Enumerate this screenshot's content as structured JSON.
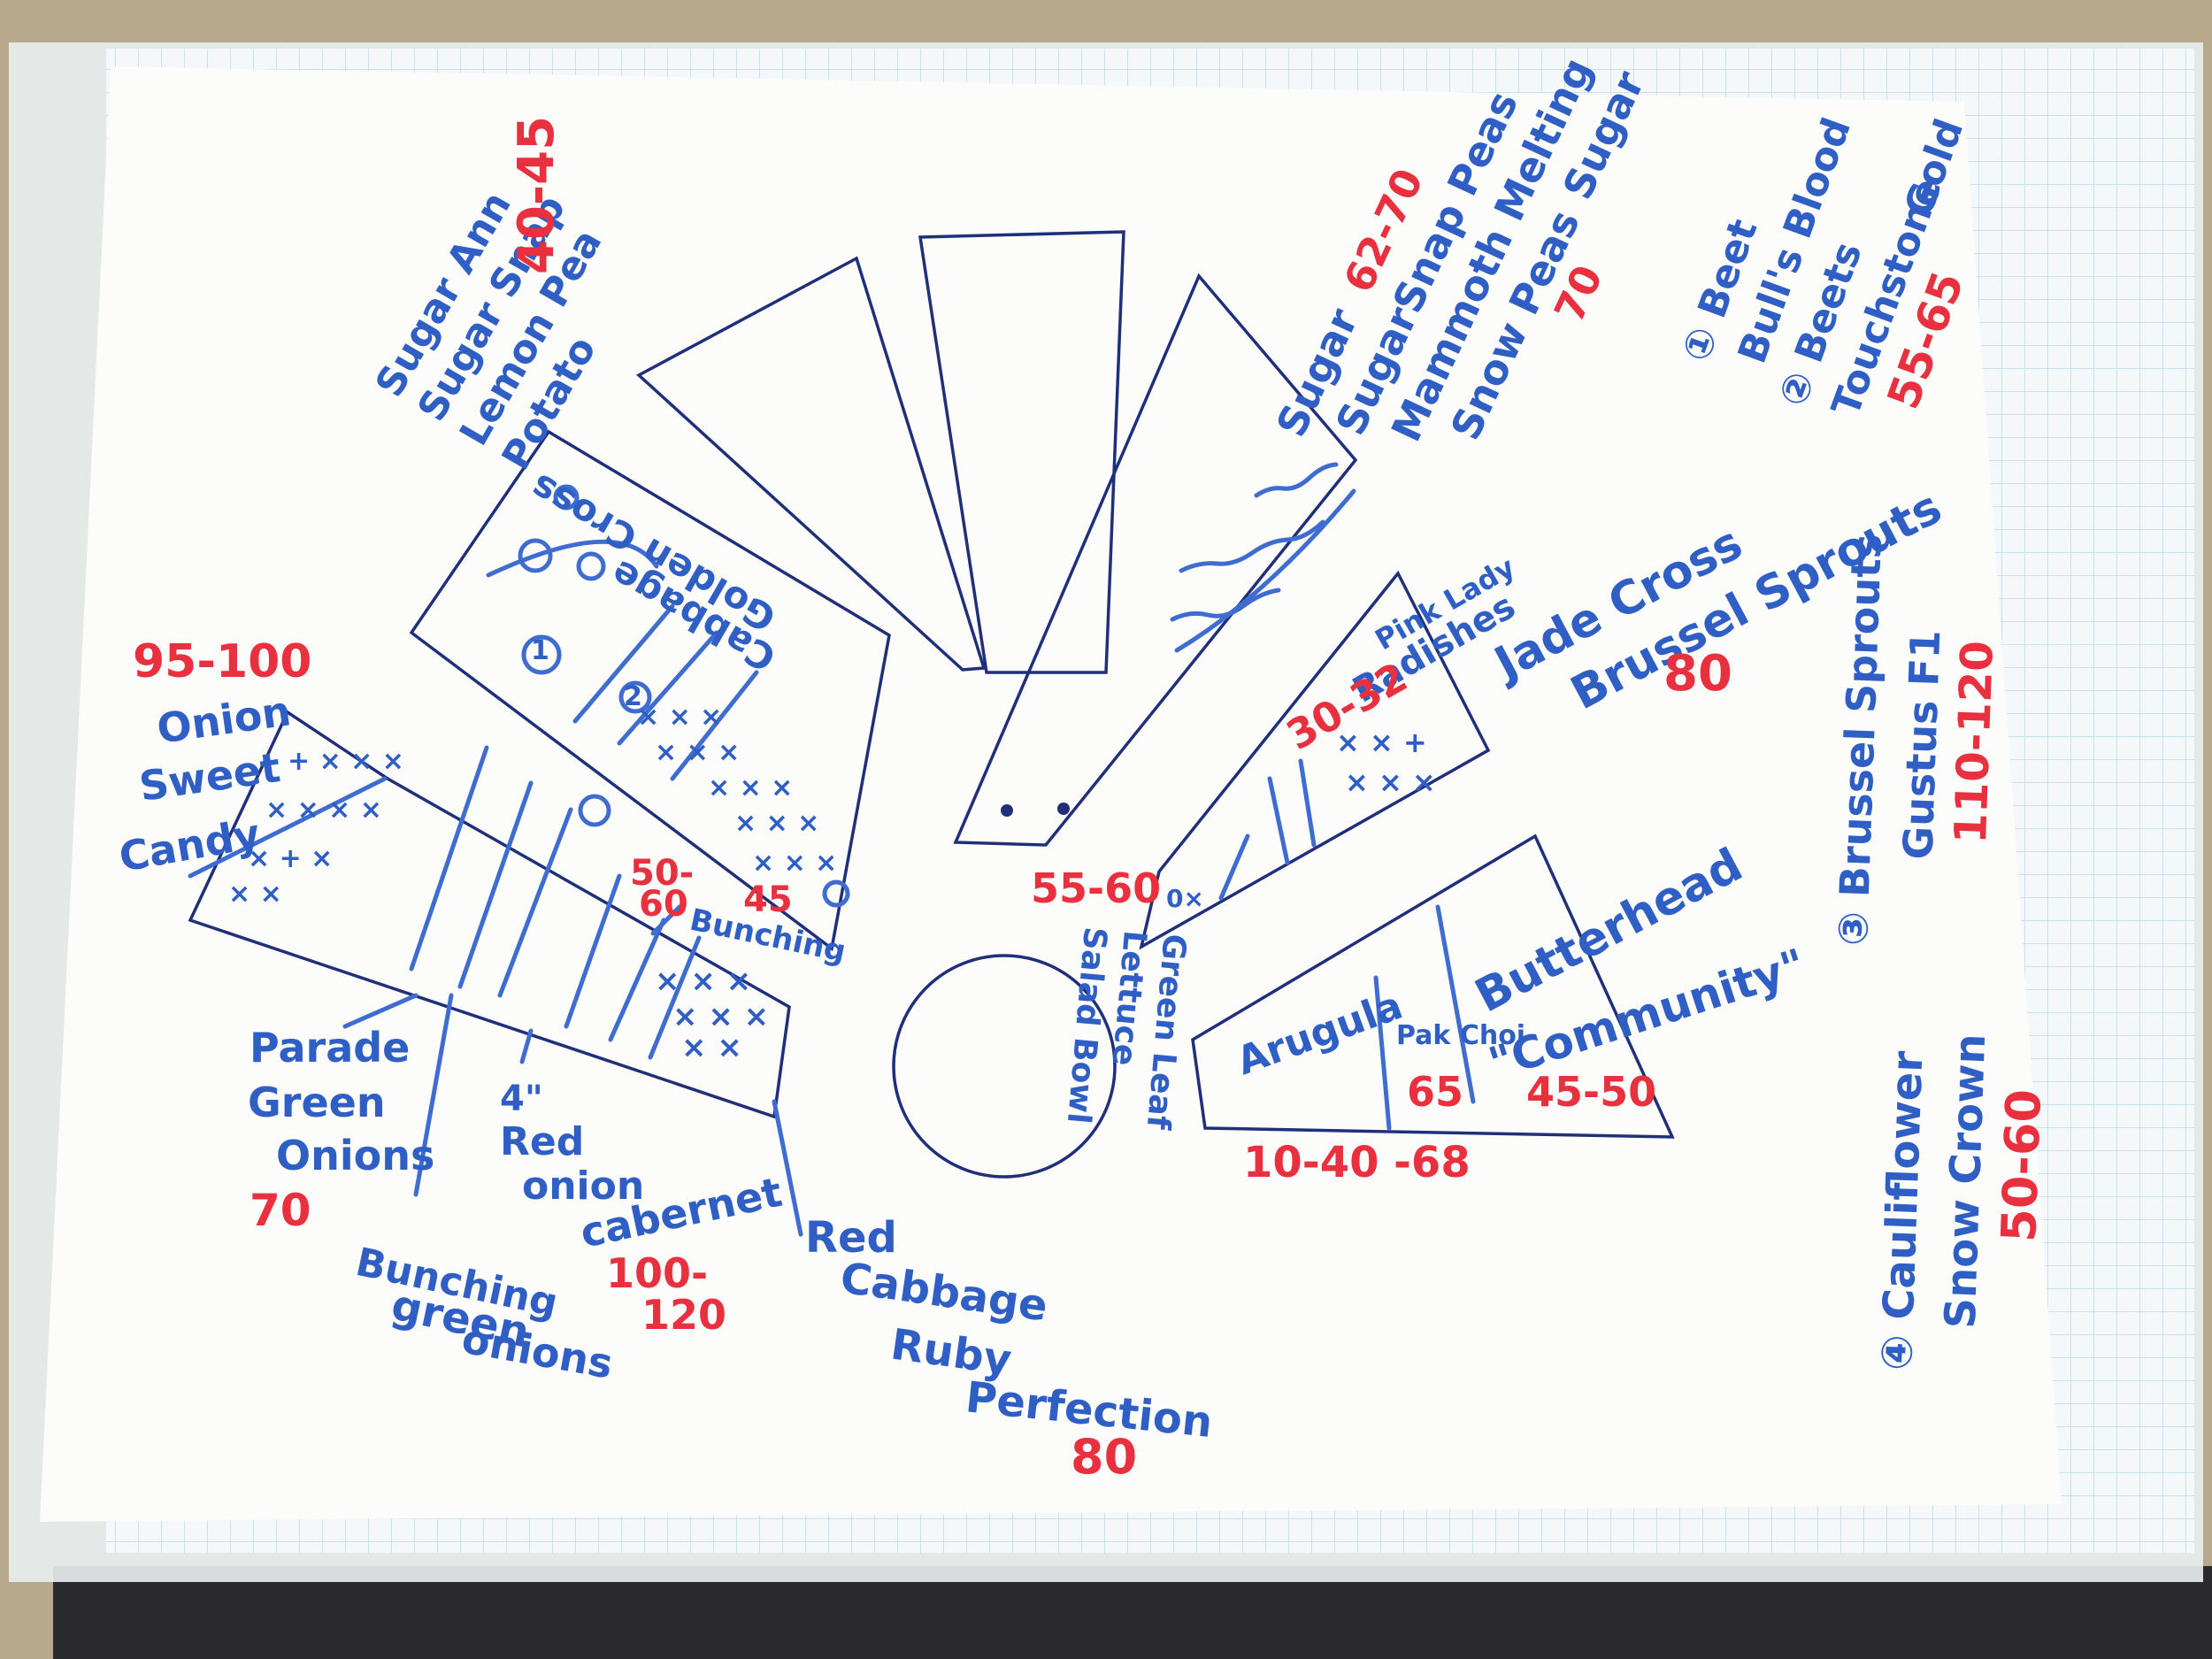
{
  "sheet": {
    "paper_color": "#fcfcfa",
    "grid_color": "#bcd7e6",
    "table_color": "#b9a98c"
  },
  "colors": {
    "blue_ink": "#2f5fc4",
    "red_ink": "#e8303f",
    "bed_outline": "#1f2f7a"
  },
  "top_left": {
    "variety": "Sugar Ann",
    "line1": "Sugar Snap",
    "line2": "Lemon Pea",
    "line3": "Potato",
    "days": "40-45"
  },
  "onion_sweet": {
    "line1": "Onion",
    "line2": "Sweet",
    "line3": "Candy",
    "days": "95-100"
  },
  "left_labels": {
    "parade_line1": "Parade",
    "parade_line2": "Green",
    "parade_line3": "Onions",
    "parade_days": "70",
    "bunching_line1": "Bunching",
    "bunching_line2": "green",
    "bunching_line3": "onions",
    "red_onion_line1": "4\"",
    "red_onion_line2": "Red",
    "red_onion_line3": "onion",
    "cabernet": "cabernet",
    "cabernet_days_a": "100-",
    "cabernet_days_b": "120",
    "red_cabbage_line1": "Red",
    "red_cabbage_line2": "Cabbage",
    "red_cabbage_line3": "Ruby",
    "red_cabbage_line4": "Perfection",
    "red_cabbage_days": "80"
  },
  "wedge_labels": {
    "golden_cross": "Golden Cross",
    "cabbage": "Cabbage",
    "days_50": "50-",
    "days_60": "60",
    "days_45": "45",
    "bunching": "Bunching",
    "circle_1": "1",
    "circle_2": "2",
    "days_55_60": "55-60"
  },
  "right_top": {
    "sugar": "Sugar",
    "days_62_70": "62-70",
    "sugar_snap": "SugarSnap Peas",
    "mammoth": "Mammoth Melting",
    "snow_peas": "Snow Peas",
    "sugar2": "Sugar",
    "days_70": "70"
  },
  "beets": {
    "line1": "① Beet",
    "line2": "Bull's Blood",
    "line3": "② Beets",
    "line4": "Touchstone",
    "line5": "Gold",
    "days": "55-65"
  },
  "radishes": {
    "label": "Radishes",
    "sub": "Pink Lady",
    "days": "30-32",
    "dots": "..."
  },
  "jade_cross": {
    "line1": "Jade Cross",
    "line2": "Brussel Sprouts",
    "days": "80"
  },
  "brussel": {
    "line1": "③ Brussel Sprouts",
    "line2": "Gustus F1",
    "days": "110-120"
  },
  "cauliflower": {
    "line1": "④ Cauliflower",
    "line2": "Snow Crown",
    "days": "50-60"
  },
  "lettuce": {
    "arugula": "Arugula",
    "pak_choi": "Pak Choi",
    "butterhead": "Butterhead",
    "community": "\"Community\"",
    "days_arugula": "10-40",
    "days_pak": "65",
    "days_pak2": "-68",
    "days_butter": "45-50",
    "green_leaf_1": "Green Leaf",
    "green_leaf_2": "Lettuce",
    "green_leaf_3": "Salad Bowl"
  }
}
